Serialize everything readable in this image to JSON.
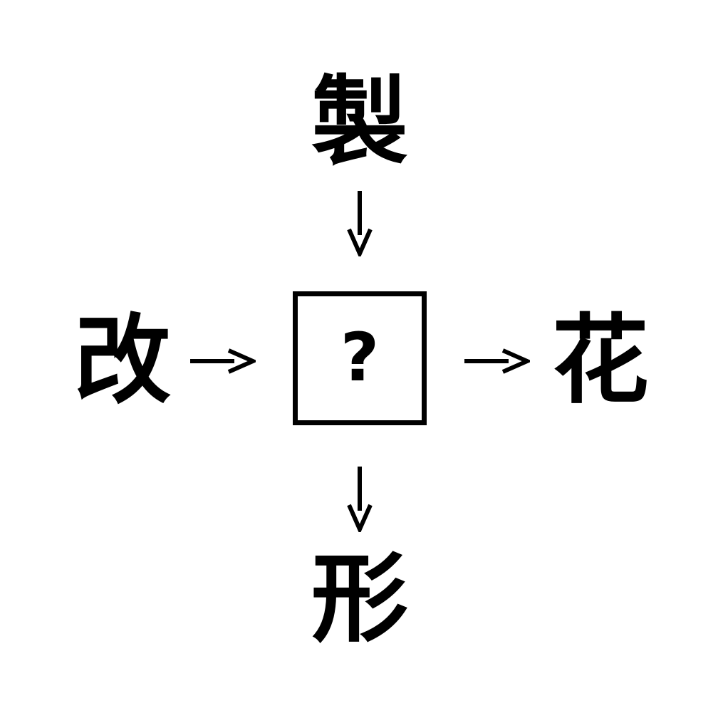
{
  "diagram": {
    "type": "kanji-cross-puzzle",
    "top_kanji": "製",
    "left_kanji": "改",
    "right_kanji": "花",
    "bottom_kanji": "形",
    "center_placeholder": "?",
    "arrows": [
      {
        "from": "top-kanji",
        "to": "center-box",
        "direction": "down"
      },
      {
        "from": "left-kanji",
        "to": "center-box",
        "direction": "right"
      },
      {
        "from": "center-box",
        "to": "right-kanji",
        "direction": "right"
      },
      {
        "from": "center-box",
        "to": "bottom-kanji",
        "direction": "down"
      }
    ],
    "icons": {
      "arrow_down": "↓",
      "arrow_right": "→"
    },
    "colors": {
      "background": "#ffffff",
      "ink": "#000000"
    }
  }
}
